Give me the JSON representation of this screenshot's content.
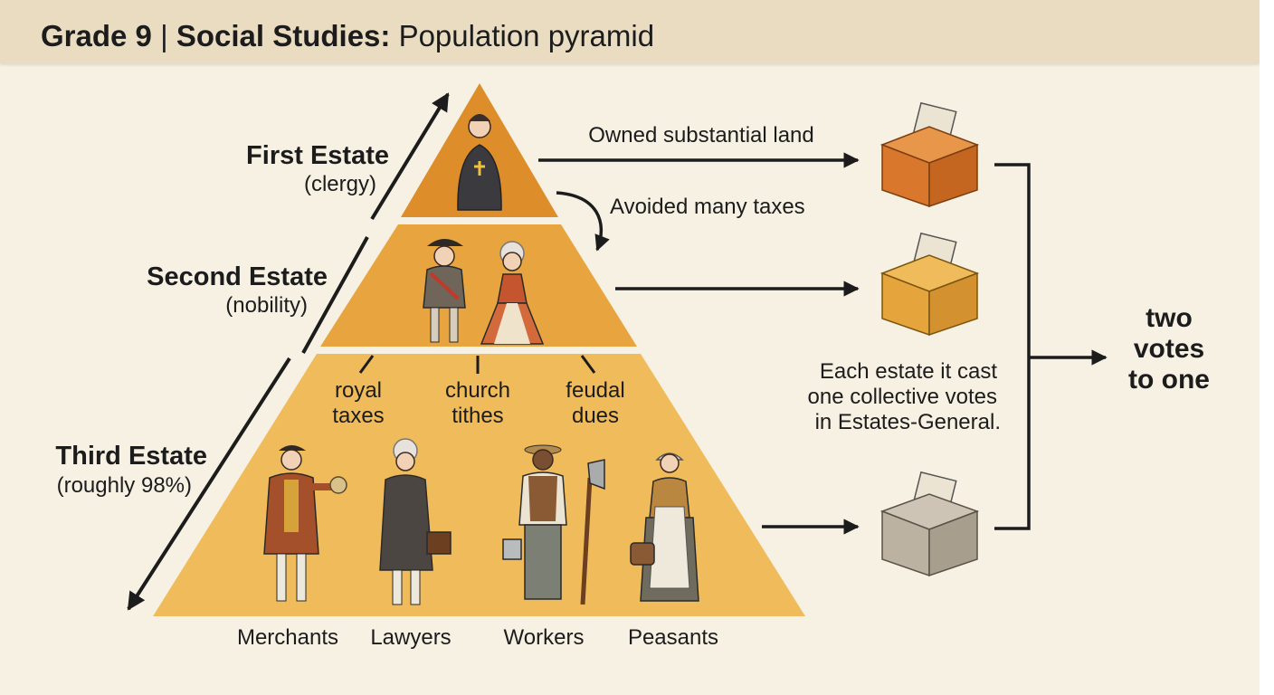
{
  "header": {
    "grade": "Grade 9",
    "separator": "|",
    "subject": "Social Studies:",
    "topic": "Population pyramid"
  },
  "estates": {
    "first": {
      "name": "First Estate",
      "sub": "(clergy)"
    },
    "second": {
      "name": "Second Estate",
      "sub": "(nobility)"
    },
    "third": {
      "name": "Third Estate",
      "sub": "(roughly 98%)"
    }
  },
  "burdens": [
    {
      "line1": "royal",
      "line2": "taxes"
    },
    {
      "line1": "church",
      "line2": "tithes"
    },
    {
      "line1": "feudal",
      "line2": "dues"
    }
  ],
  "third_estate_groups": [
    "Merchants",
    "Lawyers",
    "Workers",
    "Peasants"
  ],
  "notes": {
    "land": "Owned substantial land",
    "taxes": "Avoided many taxes",
    "voting": [
      "Each estate it cast",
      "one collective votes",
      "in Estates-General."
    ]
  },
  "result": [
    "two",
    "votes",
    "to one"
  ],
  "colors": {
    "tier_top": "#dd8e2b",
    "tier_middle": "#e8a53f",
    "tier_bottom": "#f0bb5a",
    "box_first": "#d9782d",
    "box_second": "#e6a43c",
    "box_third": "#bcb2a2",
    "arrow": "#1c1c1c"
  },
  "icons": [
    "clergy-figure-icon",
    "nobleman-icon",
    "noblewoman-icon",
    "merchant-icon",
    "lawyer-icon",
    "worker-icon",
    "peasant-icon",
    "ballot-box-icon"
  ]
}
